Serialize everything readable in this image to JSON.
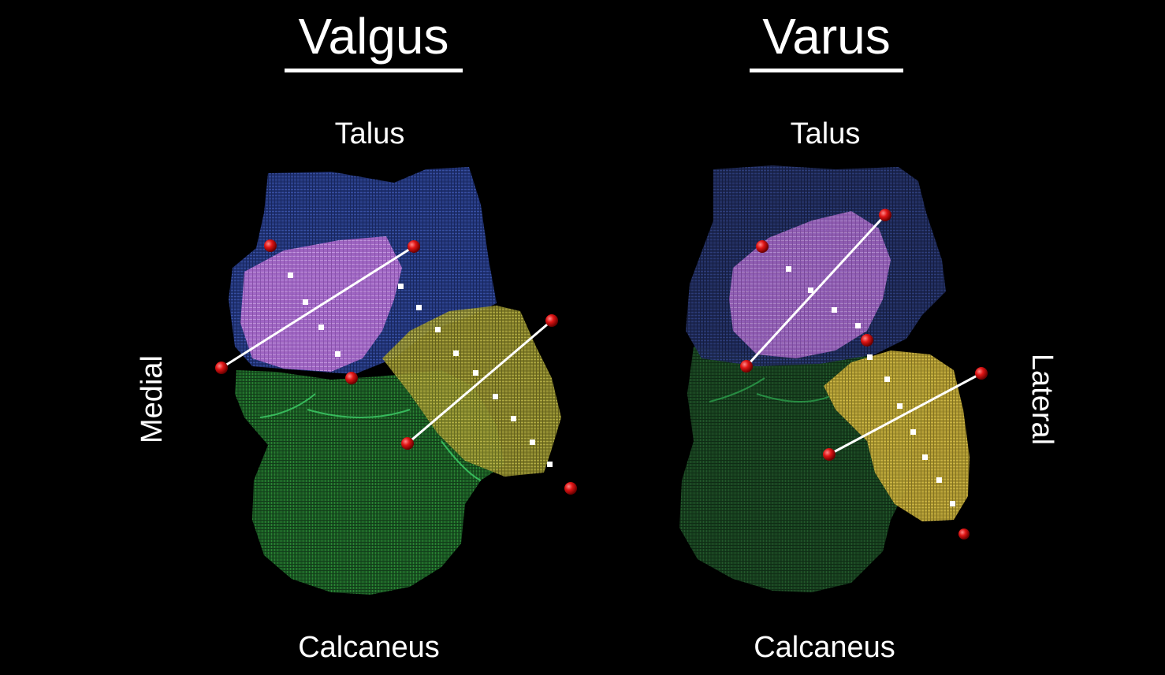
{
  "panels": {
    "left": {
      "title": "Valgus",
      "top_label": "Talus",
      "bottom_label": "Calcaneus"
    },
    "right": {
      "title": "Varus",
      "top_label": "Talus",
      "bottom_label": "Calcaneus"
    }
  },
  "side_labels": {
    "left": "Medial",
    "right": "Lateral"
  },
  "colors": {
    "background": "#000000",
    "talus": "#2a3f8f",
    "calcaneus": "#1f6a2a",
    "talar_facet": "#c77fd6",
    "calcaneal_facet": "#b9b43a",
    "landmark": "#e01515",
    "axis_line": "#ffffff"
  },
  "icons": [
    "landmark-sphere-icon"
  ]
}
